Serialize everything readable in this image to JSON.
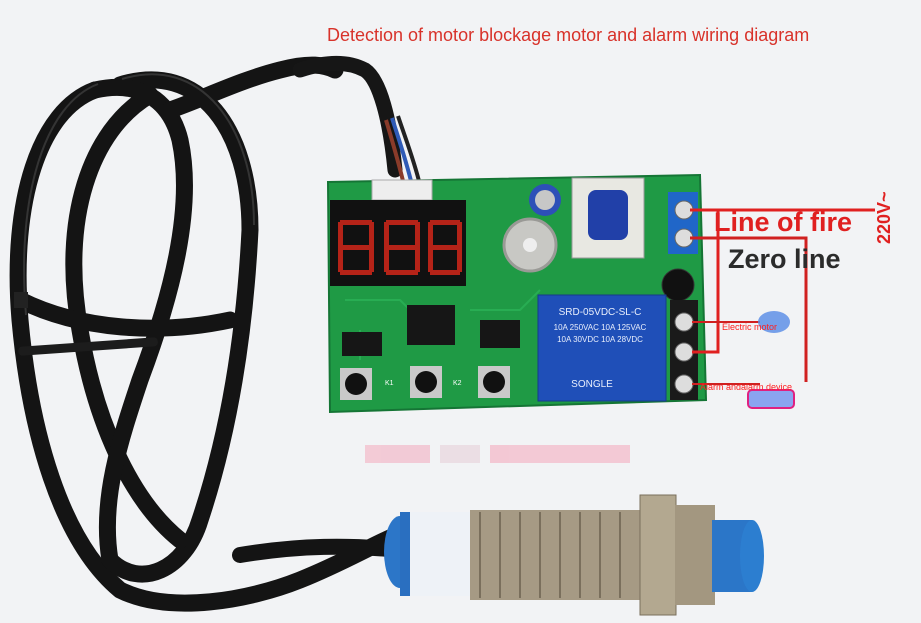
{
  "title": "Detection of motor blockage motor and alarm wiring diagram",
  "labels": {
    "line_of_fire": "Line of fire",
    "zero_line": "Zero line",
    "voltage": "220V~",
    "electric_motor": "Electric motor",
    "alarm_device": "Alarm andalarm device"
  },
  "board": {
    "key1": "K1",
    "key2": "K2",
    "relay_lines": [
      "SRD-05VDC-SL-C",
      "10A 250VAC  10A 125VAC",
      "10A 30VDC  10A 28VDC"
    ],
    "relay_brand": "SONGLE",
    "display_digits": [
      "8",
      "8",
      "8"
    ]
  },
  "colors": {
    "pcb": "#1f9a45",
    "cable": "#161616",
    "live_wire": "#e02020",
    "annotation_text": "#d8322a"
  }
}
